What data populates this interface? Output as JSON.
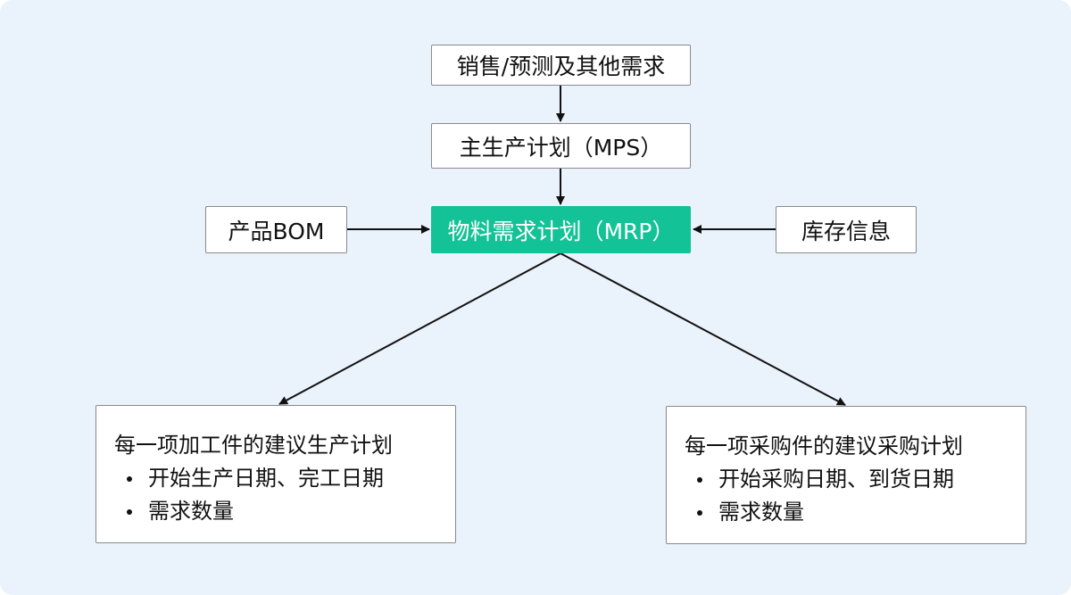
{
  "nodes": {
    "sales_forecast": "销售/预测及其他需求",
    "mps": "主生产计划（MPS）",
    "mrp": "物料需求计划（MRP）",
    "bom": "产品BOM",
    "inventory": "库存信息",
    "production_plan": {
      "title": "每一项加工件的建议生产计划",
      "items": [
        "开始生产日期、完工日期",
        "需求数量"
      ]
    },
    "purchase_plan": {
      "title": "每一项采购件的建议采购计划",
      "items": [
        "开始采购日期、到货日期",
        "需求数量"
      ]
    }
  },
  "colors": {
    "background": "#eaf2fb",
    "center_node": "#13c296",
    "node_border": "#8a8a8a",
    "arrow": "#111111"
  }
}
